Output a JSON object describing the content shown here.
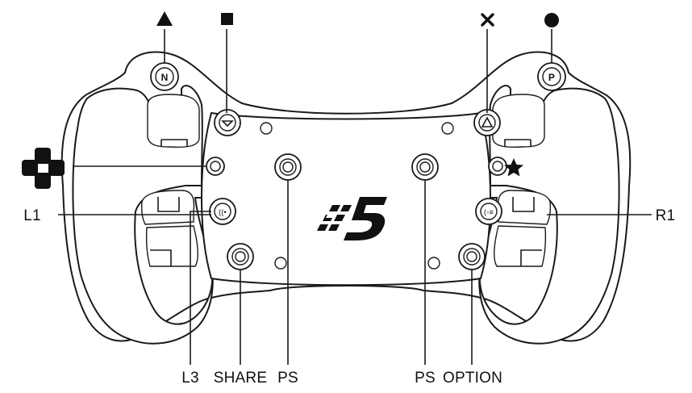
{
  "labels": {
    "l1": "L1",
    "r1": "R1",
    "l3": "L3",
    "share": "SHARE",
    "ps_left": "PS",
    "ps_right": "PS",
    "option": "OPTION",
    "n_button": "N",
    "p_button": "P"
  },
  "symbols": {
    "triangle": "triangle-icon",
    "square": "square-icon",
    "cross": "cross-icon",
    "circle": "circle-icon",
    "dpad": "dpad-icon",
    "star": "star-icon"
  },
  "colors": {
    "stroke": "#1a1a1a",
    "fill": "#ffffff",
    "text": "#111111"
  }
}
